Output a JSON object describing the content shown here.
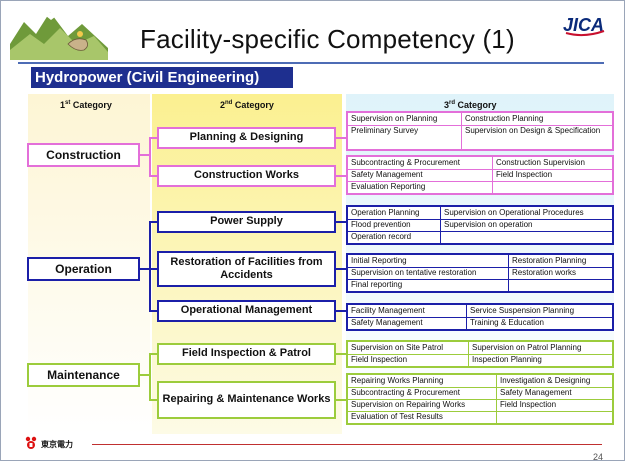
{
  "title": "Facility-specific Competency (1)",
  "subtitle": "Hydropower (Civil Engineering)",
  "logo_text": "JICA",
  "footer_company": "東京電力",
  "page_number": "24",
  "headers": {
    "cat1": "1",
    "cat1_sup": "st",
    "cat1_rest": " Category",
    "cat2": "2",
    "cat2_sup": "nd",
    "cat2_rest": " Category",
    "cat3": "3",
    "cat3_sup": "rd",
    "cat3_rest": " Category"
  },
  "categories": {
    "construction": "Construction",
    "operation": "Operation",
    "maintenance": "Maintenance"
  },
  "second": {
    "planning": "Planning & Designing",
    "construction_works": "Construction Works",
    "power_supply": "Power Supply",
    "restoration": "Restoration of Facilities from Accidents",
    "operational_mgmt": "Operational Management",
    "field_inspection": "Field Inspection & Patrol",
    "repairing": "Repairing & Maintenance Works"
  },
  "third": {
    "planning": [
      [
        "Supervision on Planning",
        "Construction Planning"
      ],
      [
        "Preliminary Survey",
        "Supervision on Design & Specification"
      ]
    ],
    "construction_works": [
      [
        "Subcontracting & Procurement",
        "Construction Supervision"
      ],
      [
        "Safety Management",
        "Field Inspection"
      ],
      [
        "Evaluation Reporting",
        ""
      ]
    ],
    "power_supply": [
      [
        "Operation Planning",
        "Supervision on Operational Procedures"
      ],
      [
        "Flood prevention",
        "Supervision on operation"
      ],
      [
        "Operation record",
        ""
      ]
    ],
    "restoration": [
      [
        "Initial Reporting",
        "Restoration Planning"
      ],
      [
        "Supervision on tentative restoration",
        "Restoration works"
      ],
      [
        "Final reporting",
        ""
      ]
    ],
    "operational_mgmt": [
      [
        "Facility Management",
        "Service Suspension Planning"
      ],
      [
        "Safety Management",
        "Training & Education"
      ]
    ],
    "field_inspection": [
      [
        "Supervision on Site Patrol",
        "Supervision on Patrol Planning"
      ],
      [
        "Field Inspection",
        "Inspection Planning"
      ]
    ],
    "repairing": [
      [
        "Repairing Works Planning",
        "Investigation & Designing"
      ],
      [
        "Subcontracting & Procurement",
        "Safety Management"
      ],
      [
        "Supervision on Repairing Works",
        "Field Inspection"
      ],
      [
        "Evaluation of Test Results",
        ""
      ]
    ]
  },
  "colors": {
    "construction": "#e36fd9",
    "operation": "#1b1fa8",
    "maintenance": "#9ccc3c",
    "subtitle_bg": "#1e2f8f"
  }
}
